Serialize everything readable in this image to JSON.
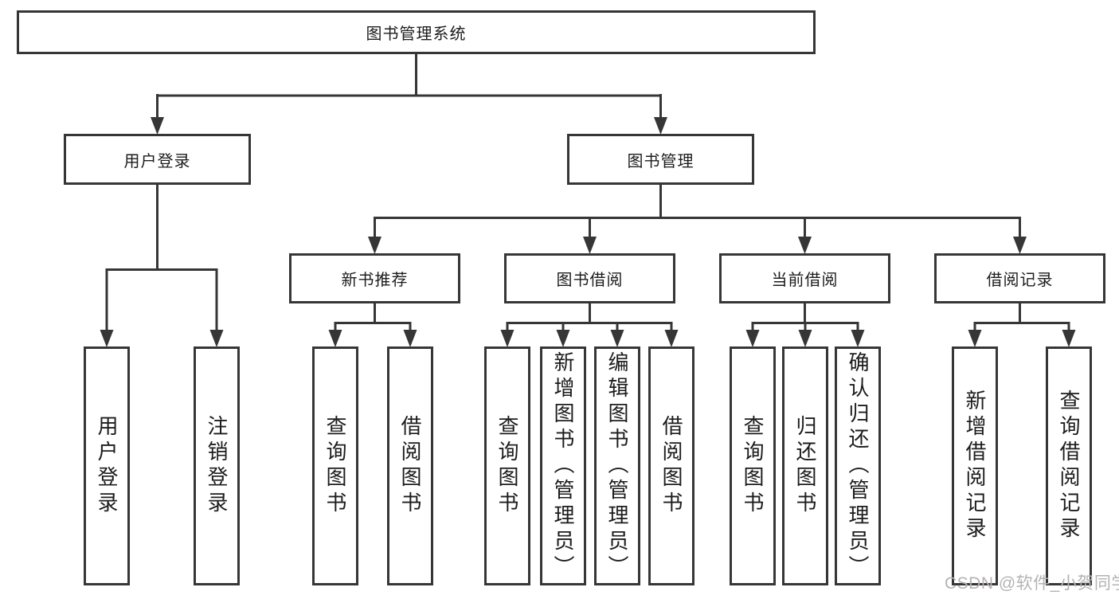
{
  "tree": {
    "label": "图书管理系统",
    "children": [
      {
        "label": "用户登录",
        "children": [
          {
            "label": "用户登录"
          },
          {
            "label": "注销登录"
          }
        ]
      },
      {
        "label": "图书管理",
        "children": [
          {
            "label": "新书推荐",
            "children": [
              {
                "label": "查询图书"
              },
              {
                "label": "借阅图书"
              }
            ]
          },
          {
            "label": "图书借阅",
            "children": [
              {
                "label": "查询图书"
              },
              {
                "label": "新增图书（管理员）"
              },
              {
                "label": "编辑图书（管理员）"
              },
              {
                "label": "借阅图书"
              }
            ]
          },
          {
            "label": "当前借阅",
            "children": [
              {
                "label": "查询图书"
              },
              {
                "label": "归还图书"
              },
              {
                "label": "确认归还（管理员）"
              }
            ]
          },
          {
            "label": "借阅记录",
            "children": [
              {
                "label": "新增借阅记录"
              },
              {
                "label": "查询借阅记录"
              }
            ]
          }
        ]
      }
    ]
  },
  "watermark": {
    "text": "CSDN @软件_小贺同学"
  },
  "colors": {
    "line": "#363636",
    "text": "#1c1c1c",
    "watermark": "#b5b2b2",
    "background": "#ffffff"
  }
}
